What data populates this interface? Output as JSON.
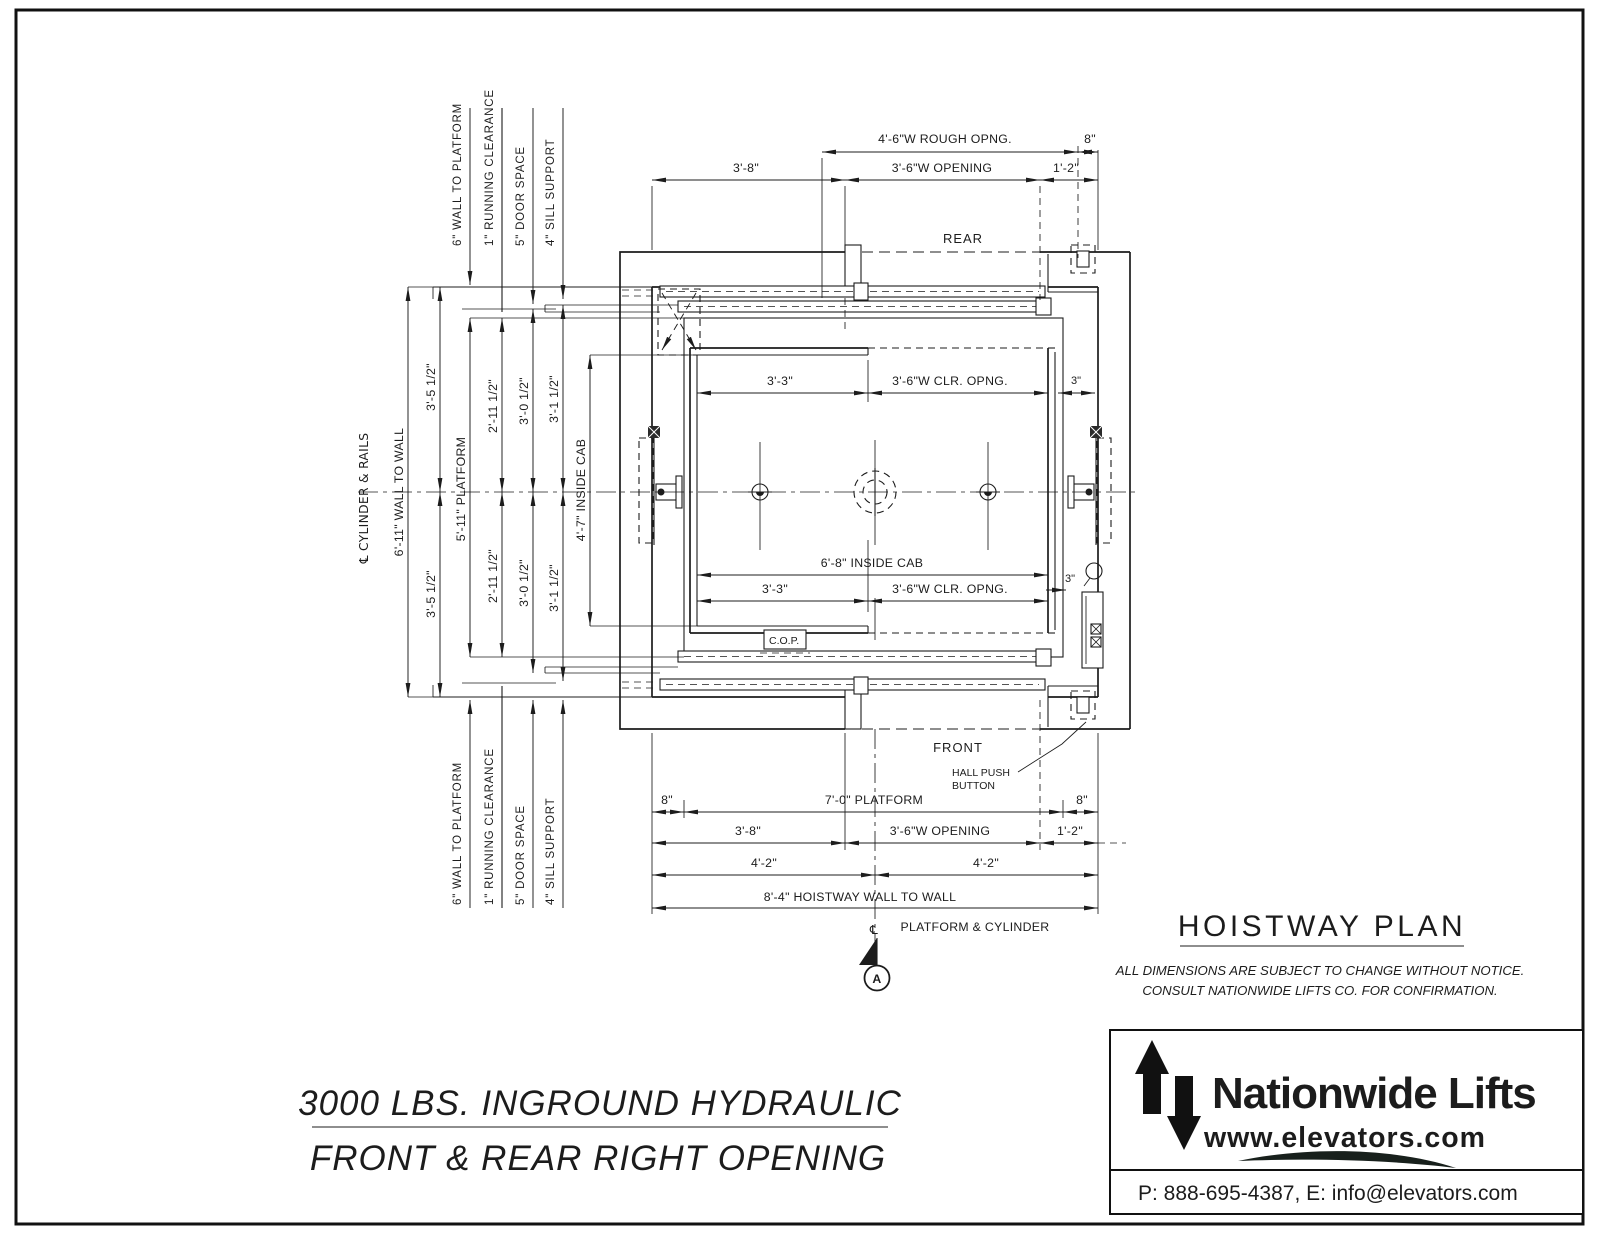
{
  "colors": {
    "ink": "#1c1c1c",
    "paper": "#ffffff"
  },
  "plan": {
    "rear": "REAR",
    "front": "FRONT",
    "cop": "C.O.P.",
    "hall_push_1": "HALL PUSH",
    "hall_push_2": "BUTTON",
    "section": "A"
  },
  "callouts": {
    "wall_to_platform": "6\" WALL TO PLATFORM",
    "running_clearance": "1\" RUNNING CLEARANCE",
    "door_space": "5\" DOOR SPACE",
    "sill_support": "4\" SILL SUPPORT"
  },
  "dims_top": {
    "rough_opening": "4'-6\"W ROUGH OPNG.",
    "eight": "8\"",
    "d3_8": "3'-8\"",
    "opening": "3'-6\"W OPENING",
    "d1_2": "1'-2\""
  },
  "dims_left": {
    "cyl_rails": "℄ CYLINDER & RAILS",
    "wall_to_wall": "6'-11\" WALL TO WALL",
    "d3_5h": "3'-5 1/2\"",
    "platform": "5'-11\" PLATFORM",
    "d2_11h": "2'-11 1/2\"",
    "d3_0h": "3'-0 1/2\"",
    "d3_1h": "3'-1 1/2\"",
    "inside_cab": "4'-7\" INSIDE CAB"
  },
  "dims_inner": {
    "d3_3": "3'-3\"",
    "clr": "3'-6\"W CLR. OPNG.",
    "d3": "3\"",
    "inside_cab": "6'-8\"  INSIDE CAB"
  },
  "dims_bottom": {
    "eight": "8\"",
    "platform": "7'-0\" PLATFORM",
    "d3_8": "3'-8\"",
    "opening": "3'-6\"W OPENING",
    "d1_2": "1'-2\"",
    "d4_2": "4'-2\"",
    "wall_to_wall": "8'-4\"  HOISTWAY  WALL  TO  WALL",
    "cl": "℄",
    "platform_cyl": "PLATFORM  &  CYLINDER"
  },
  "titles": {
    "line1": "3000  LBS.  INGROUND  HYDRAULIC",
    "line2": "FRONT  &  REAR  RIGHT  OPENING"
  },
  "title_block": {
    "heading": "HOISTWAY  PLAN",
    "note1": "ALL  DIMENSIONS  ARE  SUBJECT  TO  CHANGE  WITHOUT  NOTICE.",
    "note2": "CONSULT  NATIONWIDE  LIFTS  CO.  FOR  CONFIRMATION.",
    "brand": "Nationwide Lifts",
    "url": "www.elevators.com",
    "contact": "P:  888-695-4387,  E:  info@elevators.com"
  }
}
